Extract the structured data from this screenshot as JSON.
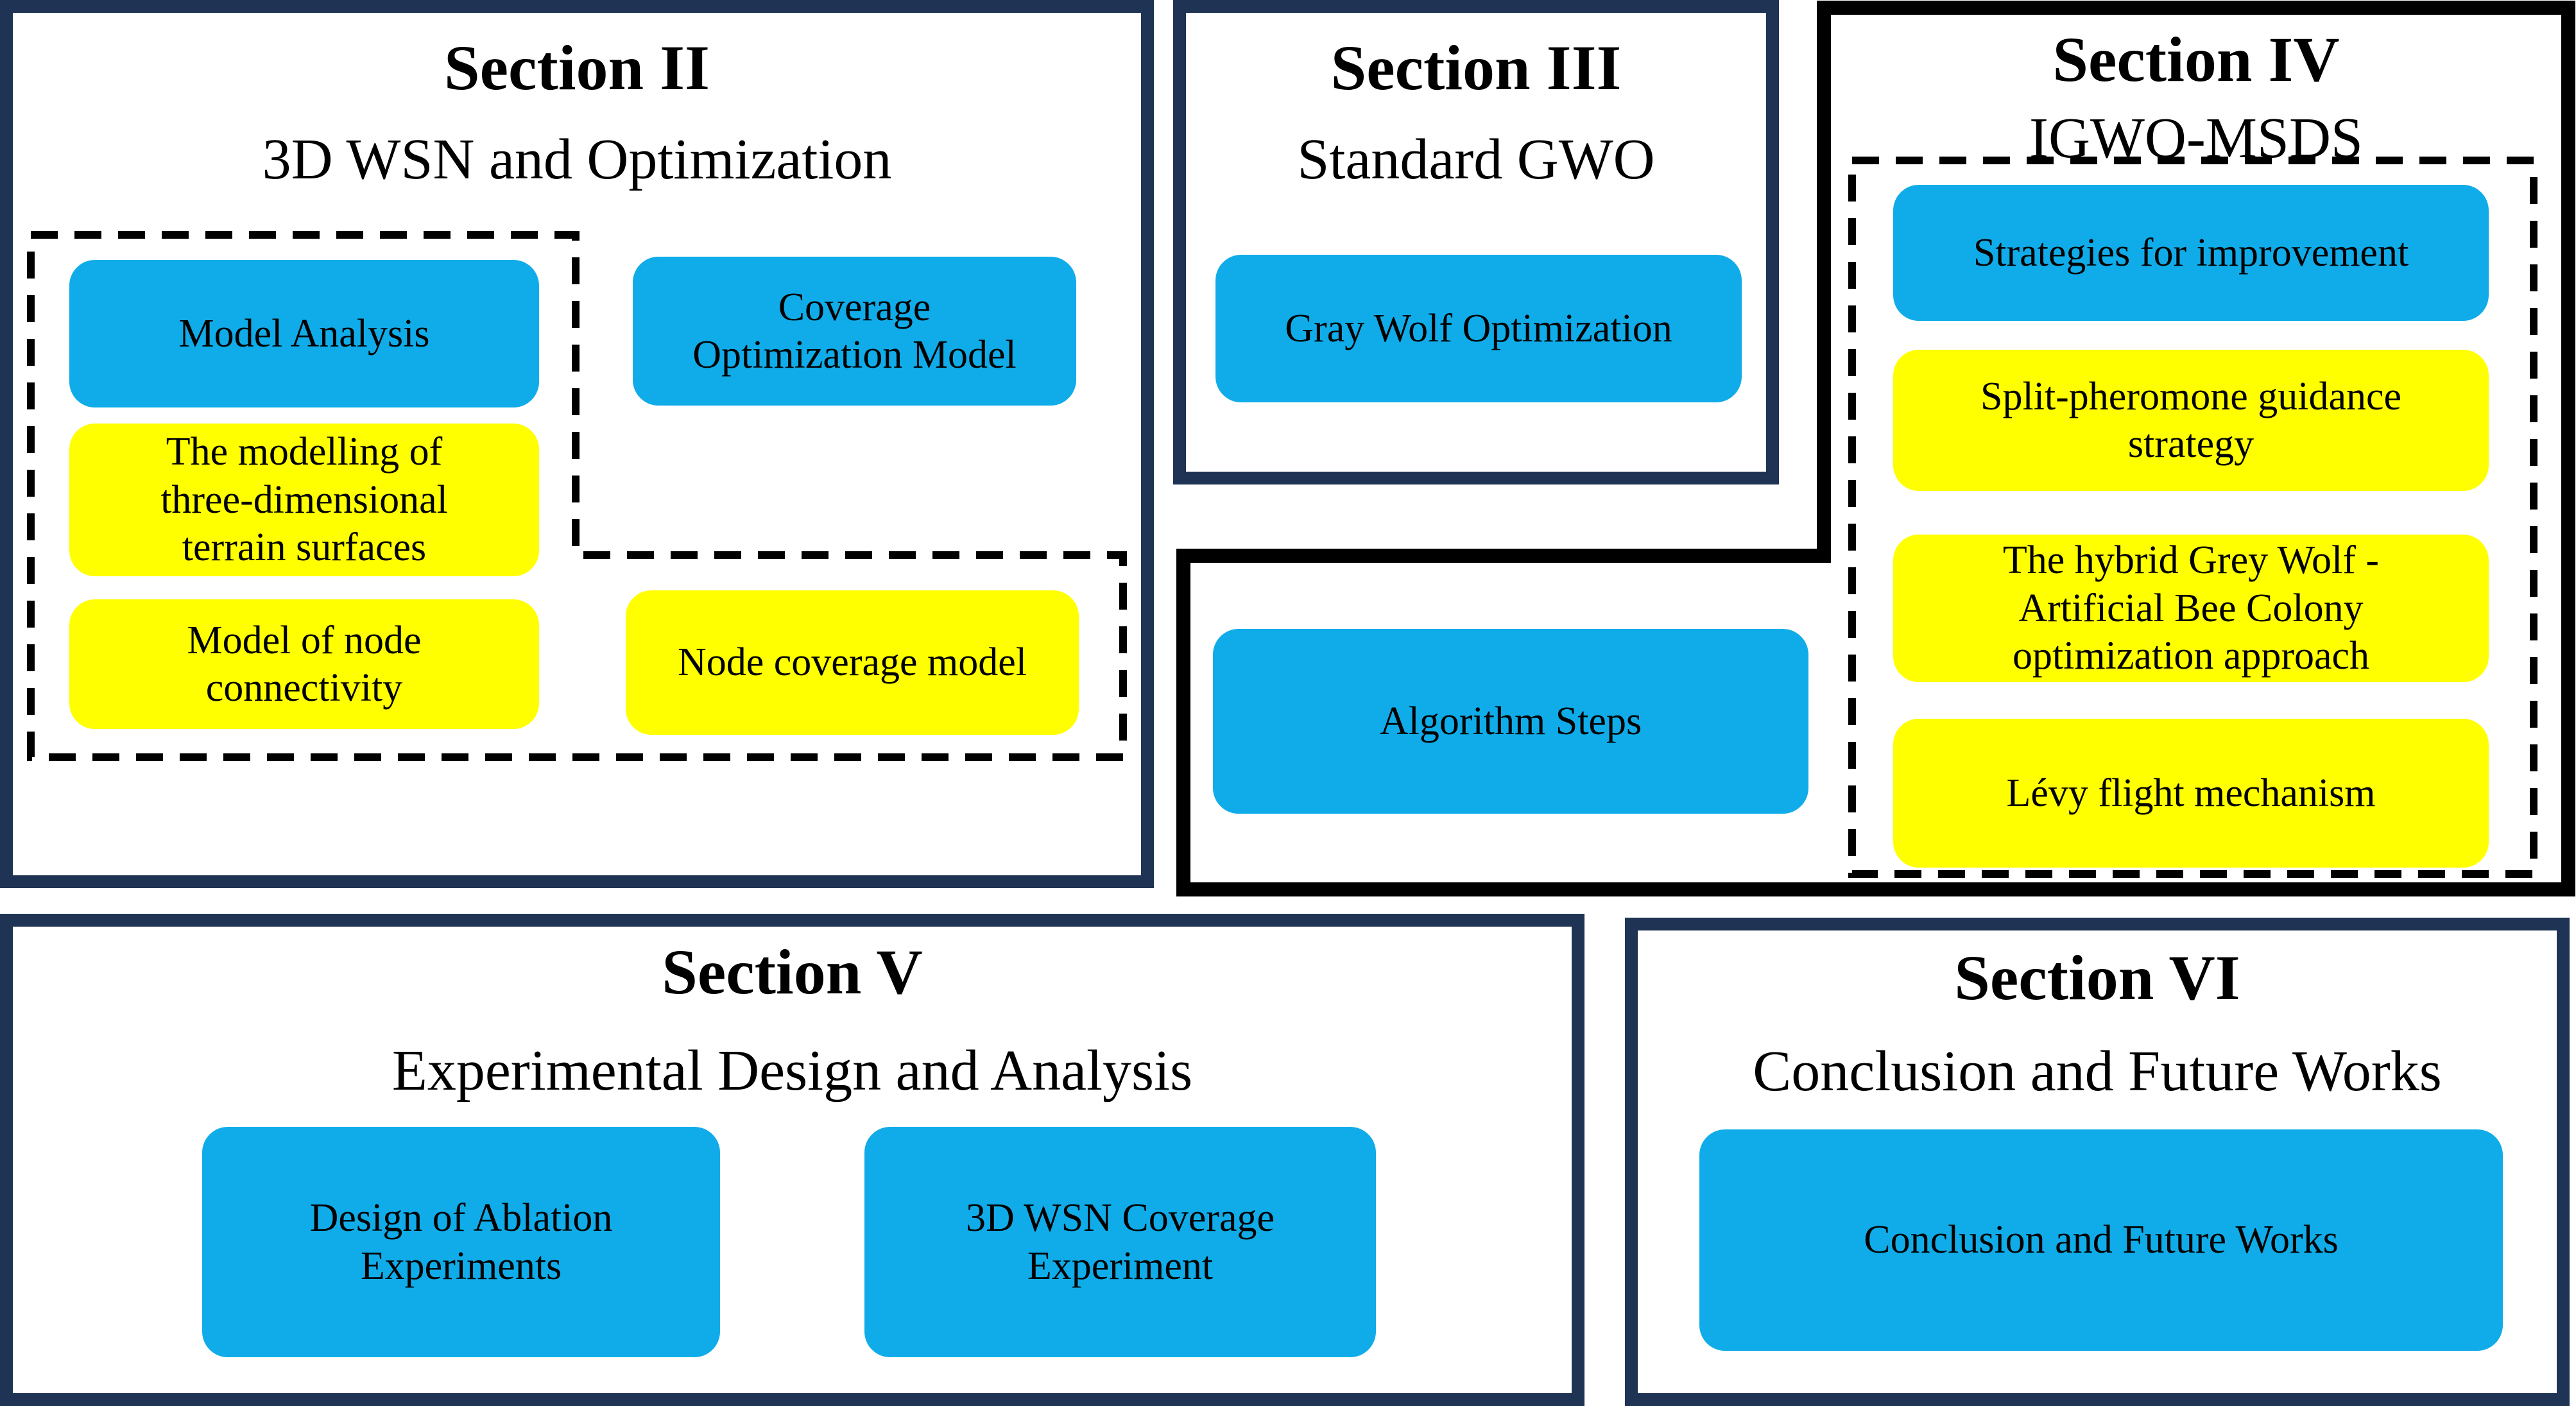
{
  "colors": {
    "blue": "#10ACE9",
    "yellow": "#FFFF00",
    "navy": "#1F3354",
    "black": "#000000",
    "background": "#FFFFFF"
  },
  "sections": {
    "section2": {
      "title": "Section II",
      "subtitle": "3D WSN and Optimization"
    },
    "section3": {
      "title": "Section III",
      "subtitle": "Standard GWO"
    },
    "section4": {
      "title": "Section IV",
      "subtitle": "IGWO-MSDS"
    },
    "section5": {
      "title": "Section V",
      "subtitle": "Experimental Design and Analysis"
    },
    "section6": {
      "title": "Section VI",
      "subtitle": "Conclusion and Future Works"
    }
  },
  "boxes": {
    "model_analysis": {
      "label": "Model Analysis",
      "color": "blue"
    },
    "coverage_optimization_model": {
      "label": "Coverage\nOptimization Model",
      "color": "blue"
    },
    "modelling_terrain": {
      "label": "The modelling of\nthree-dimensional\nterrain surfaces",
      "color": "yellow"
    },
    "model_node_connectivity": {
      "label": "Model of node\nconnectivity",
      "color": "yellow"
    },
    "node_coverage_model": {
      "label": "Node coverage model",
      "color": "yellow"
    },
    "gray_wolf_optimization": {
      "label": "Gray Wolf Optimization",
      "color": "blue"
    },
    "strategies_for_improvement": {
      "label": "Strategies for improvement",
      "color": "blue"
    },
    "split_pheromone": {
      "label": "Split-pheromone guidance\nstrategy",
      "color": "yellow"
    },
    "hybrid_gwo_abc": {
      "label": "The hybrid Grey Wolf -\nArtificial Bee Colony\noptimization approach",
      "color": "yellow"
    },
    "levy_flight": {
      "label": "Lévy flight mechanism",
      "color": "yellow"
    },
    "algorithm_steps": {
      "label": "Algorithm Steps",
      "color": "blue"
    },
    "design_ablation": {
      "label": "Design of Ablation\nExperiments",
      "color": "blue"
    },
    "wsn_coverage_experiment": {
      "label": "3D WSN Coverage\nExperiment",
      "color": "blue"
    },
    "conclusion_future_works": {
      "label": "Conclusion and Future Works",
      "color": "blue"
    }
  }
}
